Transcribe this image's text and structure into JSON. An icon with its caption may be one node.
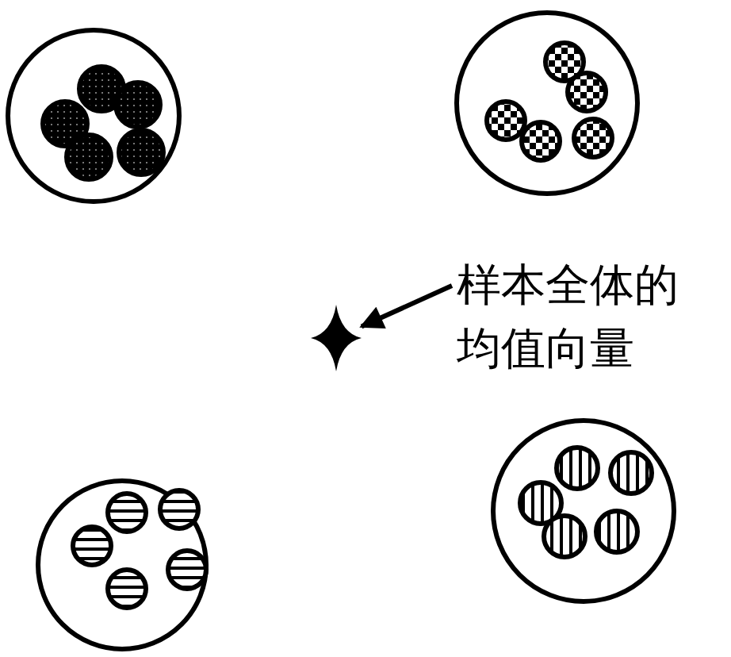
{
  "diagram": {
    "nodes": [
      {
        "text": [],
        "shape": "circle"
      },
      {
        "text": [],
        "shape": "circle"
      },
      {
        "text": [
          "样本全体的均值向量"
        ]
      },
      {
        "text": [],
        "shape": "star"
      },
      {
        "text": [],
        "shape": "circle"
      },
      {
        "text": [],
        "shape": "circle"
      }
    ],
    "edges": [
      {
        "from": 2,
        "to": 3,
        "arrow": "to"
      }
    ]
  }
}
